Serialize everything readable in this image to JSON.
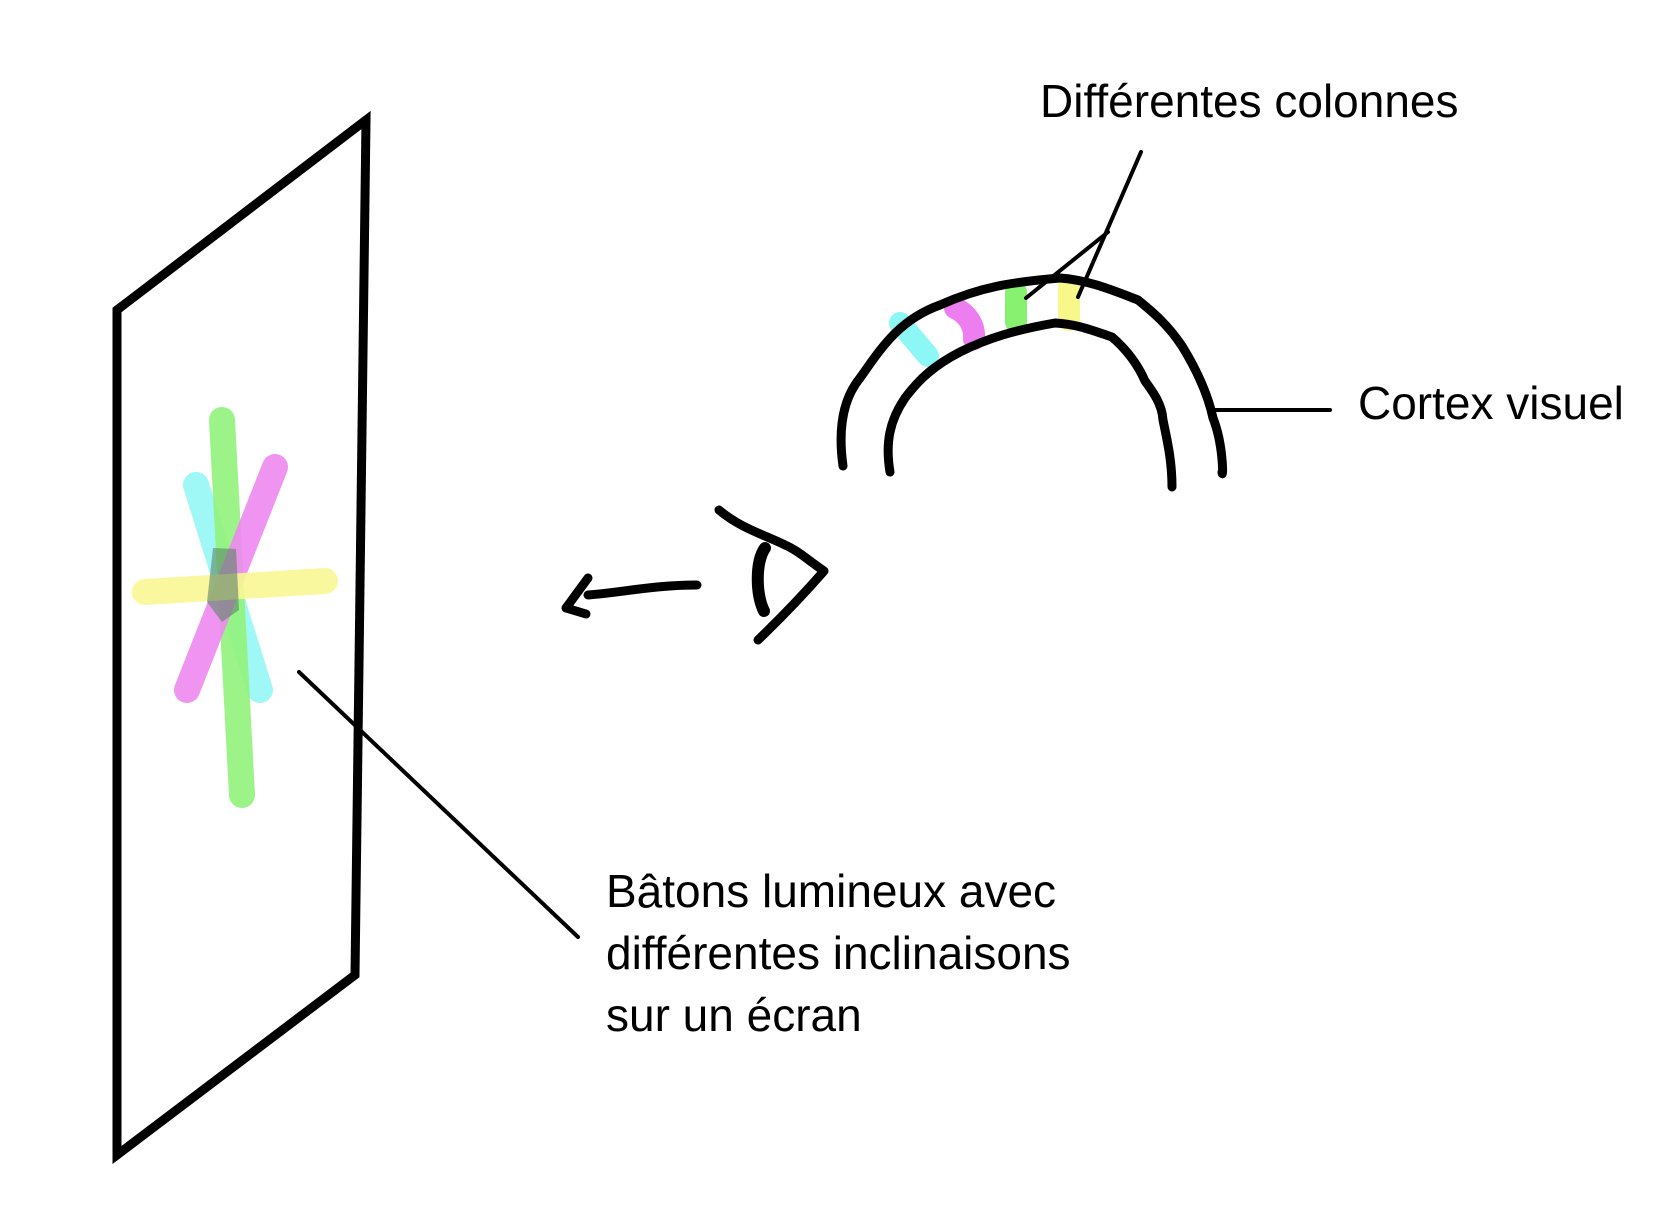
{
  "labels": {
    "columns": "Différentes colonnes",
    "cortex": "Cortex visuel",
    "bars": [
      "Bâtons lumineux avec",
      "différentes inclinaisons",
      "sur un écran"
    ]
  },
  "colors": {
    "ink": "#000000",
    "green": "#88f16f",
    "cyan": "#8cf7f4",
    "magenta": "#ed7ef0",
    "yellow": "#f8f78a"
  }
}
